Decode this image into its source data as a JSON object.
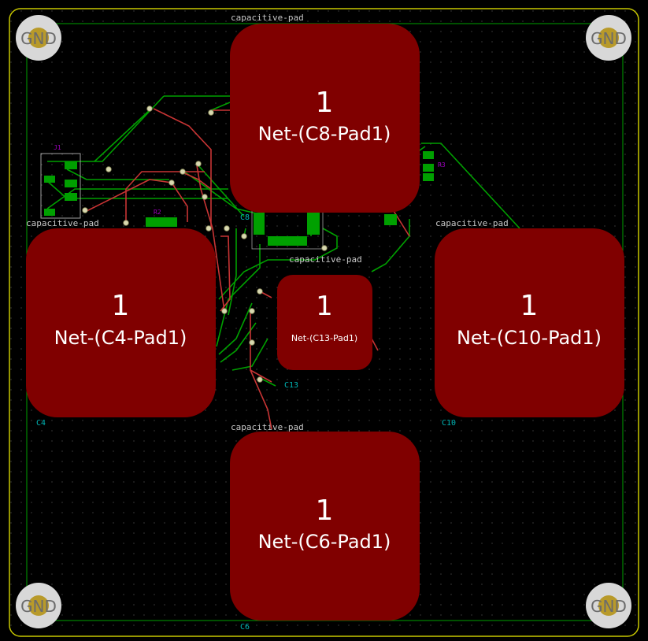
{
  "board": {
    "background": "#000000",
    "outline_color": "#c8c800",
    "front_copper": "#c83434",
    "back_copper": "#00a000",
    "pad_fill": "#800000"
  },
  "pads": {
    "c8": {
      "number": "1",
      "net": "Net-(C8-Pad1)",
      "silk": "capacitive-pad"
    },
    "c4": {
      "number": "1",
      "net": "Net-(C4-Pad1)",
      "silk": "capacitive-pad",
      "ref": "C4"
    },
    "c10": {
      "number": "1",
      "net": "Net-(C10-Pad1)",
      "silk": "capacitive-pad",
      "ref": "C10"
    },
    "c13": {
      "number": "1",
      "net": "Net-(C13-Pad1)",
      "silk": "capacitive-pad",
      "ref": "C13"
    },
    "c6": {
      "number": "1",
      "net": "Net-(C6-Pad1)",
      "silk": "capacitive-pad",
      "ref": "C6"
    }
  },
  "mounting_holes": {
    "top_left": "GND",
    "top_right": "GND",
    "bottom_left": "GND",
    "bottom_right": "GND"
  },
  "components": {
    "j1": "J1",
    "r2": "R2",
    "r3": "R3",
    "c8_ref": "C8"
  }
}
